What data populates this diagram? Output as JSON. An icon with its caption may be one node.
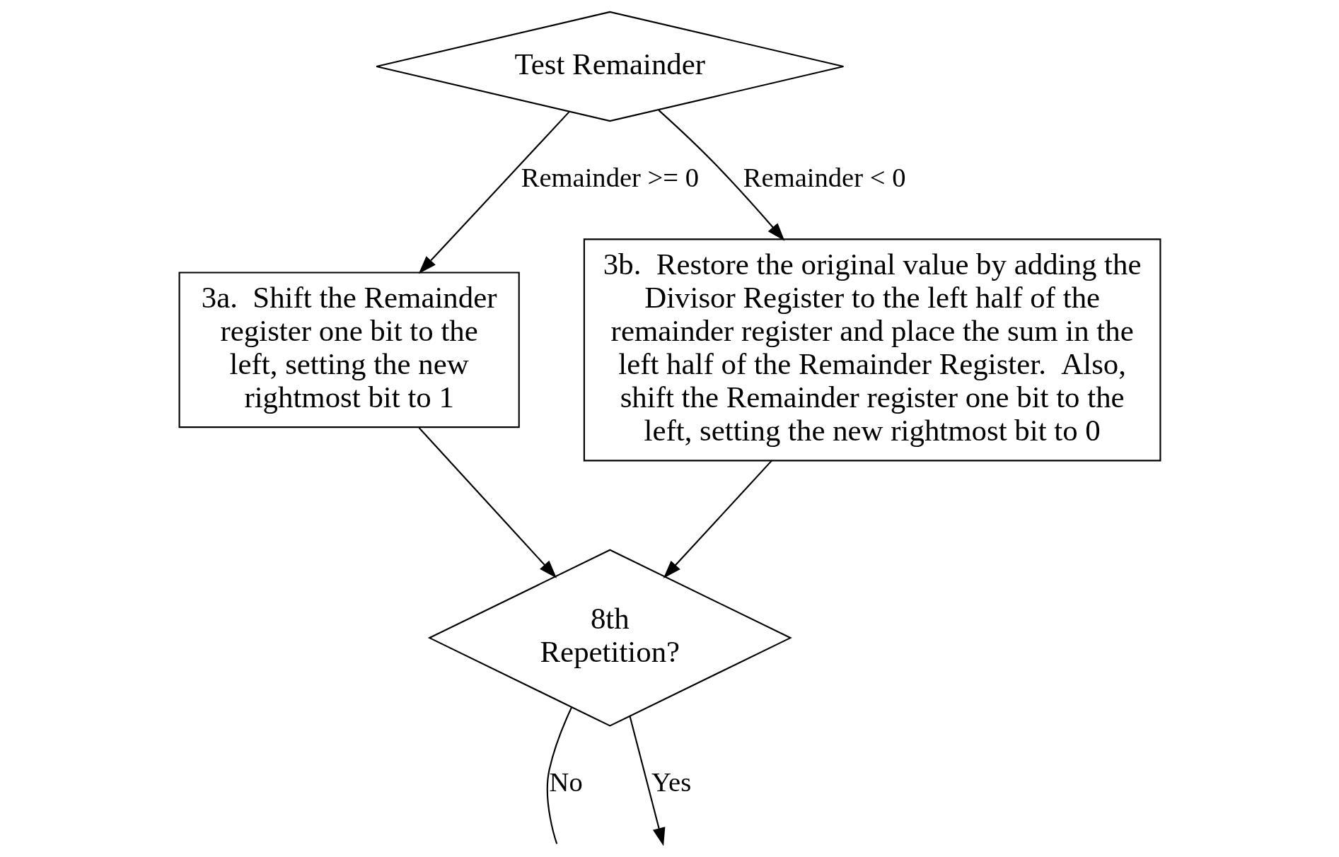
{
  "diagram": {
    "nodes": [
      {
        "text": [
          "Test Remainder"
        ]
      },
      {
        "text": [
          "3a.  Shift the Remainder register one bit to the left, setting the new rightmost bit to 1"
        ]
      },
      {
        "text": [
          "3b.  Restore the original value by adding the Divisor Register to the left half of the remainder register and place the sum in the left half of the Remainder Register.  Also, shift the Remainder register one bit to the left, setting the new rightmost bit to 0"
        ]
      },
      {
        "text": [
          "8th Repetition?"
        ]
      }
    ],
    "edges": [
      {
        "from": 0,
        "to": 1,
        "arrow": "to",
        "label": "Remainder >= 0"
      },
      {
        "from": 0,
        "to": 2,
        "arrow": "to",
        "label": "Remainder < 0"
      },
      {
        "from": 1,
        "to": 3,
        "arrow": "to"
      },
      {
        "from": 2,
        "to": 3,
        "arrow": "to"
      },
      {
        "from": 3,
        "to": null,
        "arrow": "none",
        "label": "No"
      },
      {
        "from": 3,
        "to": null,
        "arrow": "to",
        "label": "Yes"
      }
    ]
  }
}
